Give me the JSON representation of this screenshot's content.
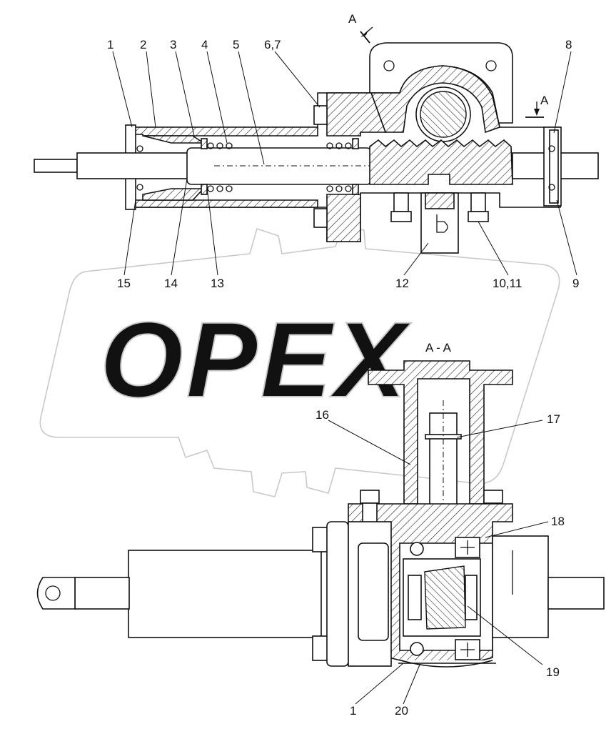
{
  "watermark": "OPEX",
  "section_marker": "A",
  "section_view_title": "A - A",
  "top_labels": [
    {
      "id": "l1",
      "text": "1"
    },
    {
      "id": "l2",
      "text": "2"
    },
    {
      "id": "l3",
      "text": "3"
    },
    {
      "id": "l4",
      "text": "4"
    },
    {
      "id": "l5",
      "text": "5"
    },
    {
      "id": "l67",
      "text": "6,7"
    },
    {
      "id": "l8",
      "text": "8"
    },
    {
      "id": "l9",
      "text": "9"
    },
    {
      "id": "l1011",
      "text": "10,11"
    },
    {
      "id": "l12",
      "text": "12"
    },
    {
      "id": "l13",
      "text": "13"
    },
    {
      "id": "l14",
      "text": "14"
    },
    {
      "id": "l15",
      "text": "15"
    }
  ],
  "bottom_labels": [
    {
      "id": "b16",
      "text": "16"
    },
    {
      "id": "b17",
      "text": "17"
    },
    {
      "id": "b18",
      "text": "18"
    },
    {
      "id": "b19",
      "text": "19"
    },
    {
      "id": "b1",
      "text": "1"
    },
    {
      "id": "b20",
      "text": "20"
    }
  ]
}
